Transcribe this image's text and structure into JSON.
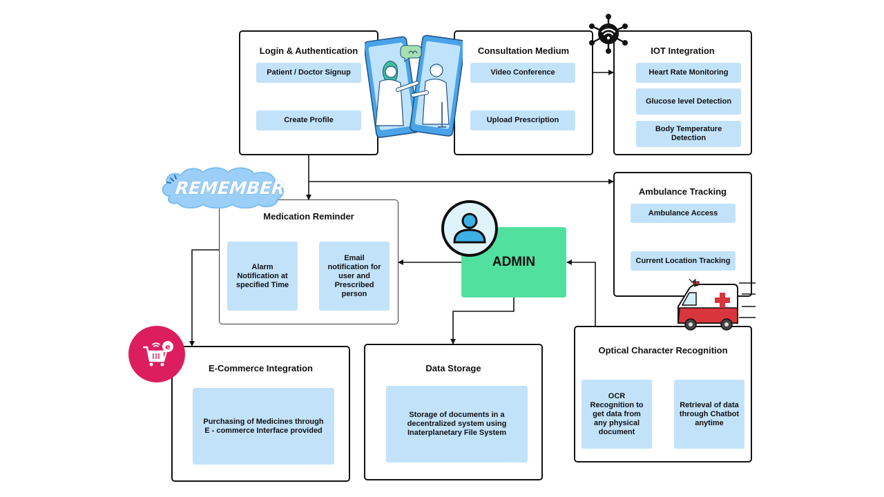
{
  "colors": {
    "pill": "#c2e2fa",
    "admin": "#52e09f",
    "cloud": "#9ccff7",
    "ecommerce": "#dc1e5f",
    "outline": "#111111"
  },
  "login": {
    "title": "Login & Authentication",
    "items": [
      "Patient / Doctor Signup",
      "Create Profile"
    ]
  },
  "consultation": {
    "title": "Consultation Medium",
    "items": [
      "Video Conference",
      "Upload Prescription"
    ]
  },
  "iot": {
    "title": "IOT Integration",
    "items": [
      "Heart Rate Monitoring",
      "Glucose level Detection",
      "Body Temperature Detection"
    ]
  },
  "ambulance": {
    "title": "Ambulance Tracking",
    "items": [
      "Ambulance Access",
      "Current Location Tracking"
    ]
  },
  "reminder": {
    "title": "Medication Reminder",
    "badge": "REMEMBER",
    "items": [
      "Alarm Notification at specified Time",
      "Email notification for user and Prescribed person"
    ]
  },
  "admin": {
    "label": "ADMIN"
  },
  "ecommerce": {
    "title": "E-Commerce Integration",
    "items": [
      "Purchasing of Medicines through E - commerce Interface provided"
    ]
  },
  "storage": {
    "title": "Data Storage",
    "items": [
      "Storage of documents in a decentralized system using Inaterplanetary File System"
    ]
  },
  "ocr": {
    "title": "Optical Character Recognition",
    "items": [
      "OCR Recognition to get data from any physical document",
      "Retrieval of data through Chatbot anytime"
    ]
  },
  "icons": [
    "doctor-patient-video-call-icon",
    "wifi-network-icon",
    "remember-cloud-icon",
    "admin-user-icon",
    "ecommerce-cart-icon",
    "ambulance-icon"
  ]
}
